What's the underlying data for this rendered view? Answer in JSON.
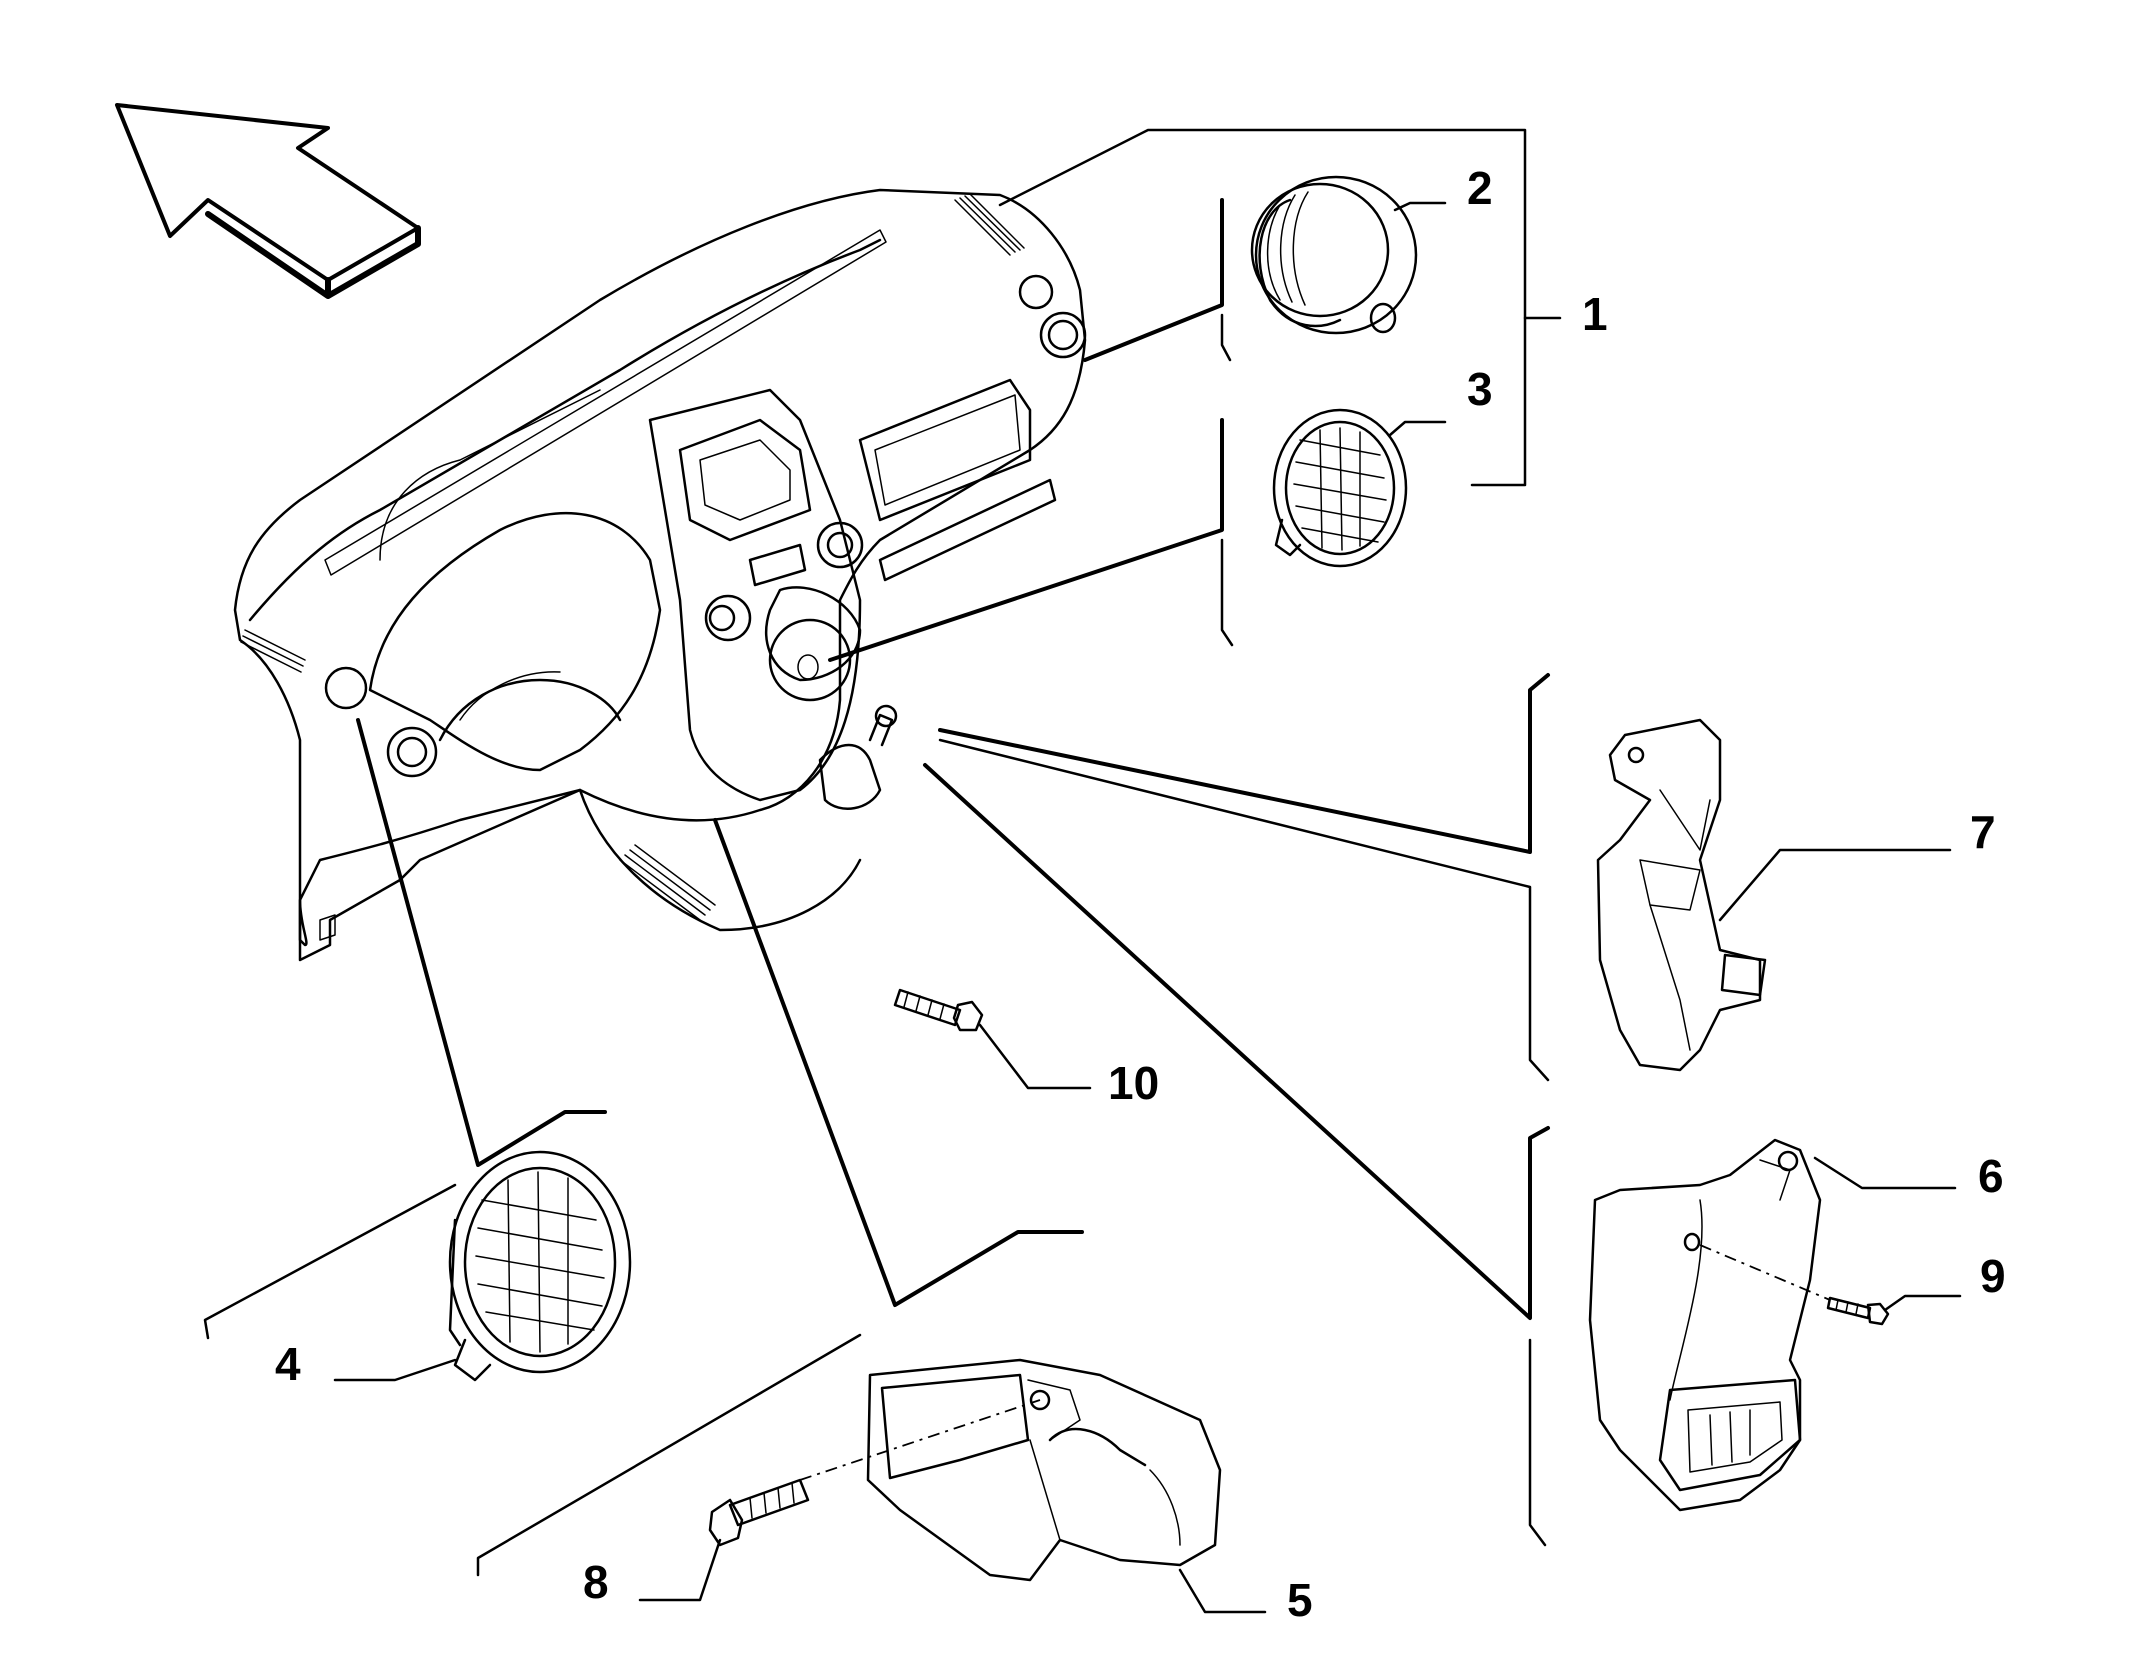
{
  "diagram": {
    "kind": "exploded parts diagram",
    "subject": "dashboard air vents and ducts",
    "callouts": [
      {
        "id": "c1",
        "label": "1"
      },
      {
        "id": "c2",
        "label": "2"
      },
      {
        "id": "c3",
        "label": "3"
      },
      {
        "id": "c4",
        "label": "4"
      },
      {
        "id": "c5",
        "label": "5"
      },
      {
        "id": "c6",
        "label": "6"
      },
      {
        "id": "c7",
        "label": "7"
      },
      {
        "id": "c8",
        "label": "8"
      },
      {
        "id": "c9",
        "label": "9"
      },
      {
        "id": "c10",
        "label": "10"
      }
    ],
    "stroke_color": "#000000",
    "background_color": "#ffffff",
    "direction_arrow": "arrow-up-left-icon"
  }
}
